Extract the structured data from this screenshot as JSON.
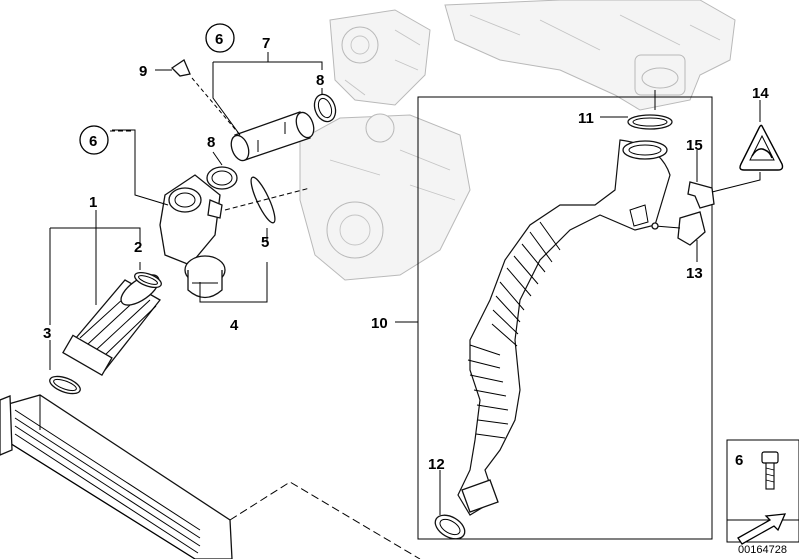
{
  "callouts": {
    "c1": "1",
    "c2": "2",
    "c3": "3",
    "c4": "4",
    "c5": "5",
    "c6a": "6",
    "c6b": "6",
    "c6c": "6",
    "c7": "7",
    "c8a": "8",
    "c8b": "8",
    "c9": "9",
    "c10": "10",
    "c11": "11",
    "c12": "12",
    "c13": "13",
    "c14": "14",
    "c15": "15"
  },
  "part_number": "00164728",
  "icons": {
    "warning": "triangle-warning-icon",
    "bolt": "bolt-icon",
    "arrow": "direction-arrow-icon"
  },
  "colors": {
    "line": "#000000",
    "ghost": "#b9b9b9",
    "background": "#ffffff"
  }
}
